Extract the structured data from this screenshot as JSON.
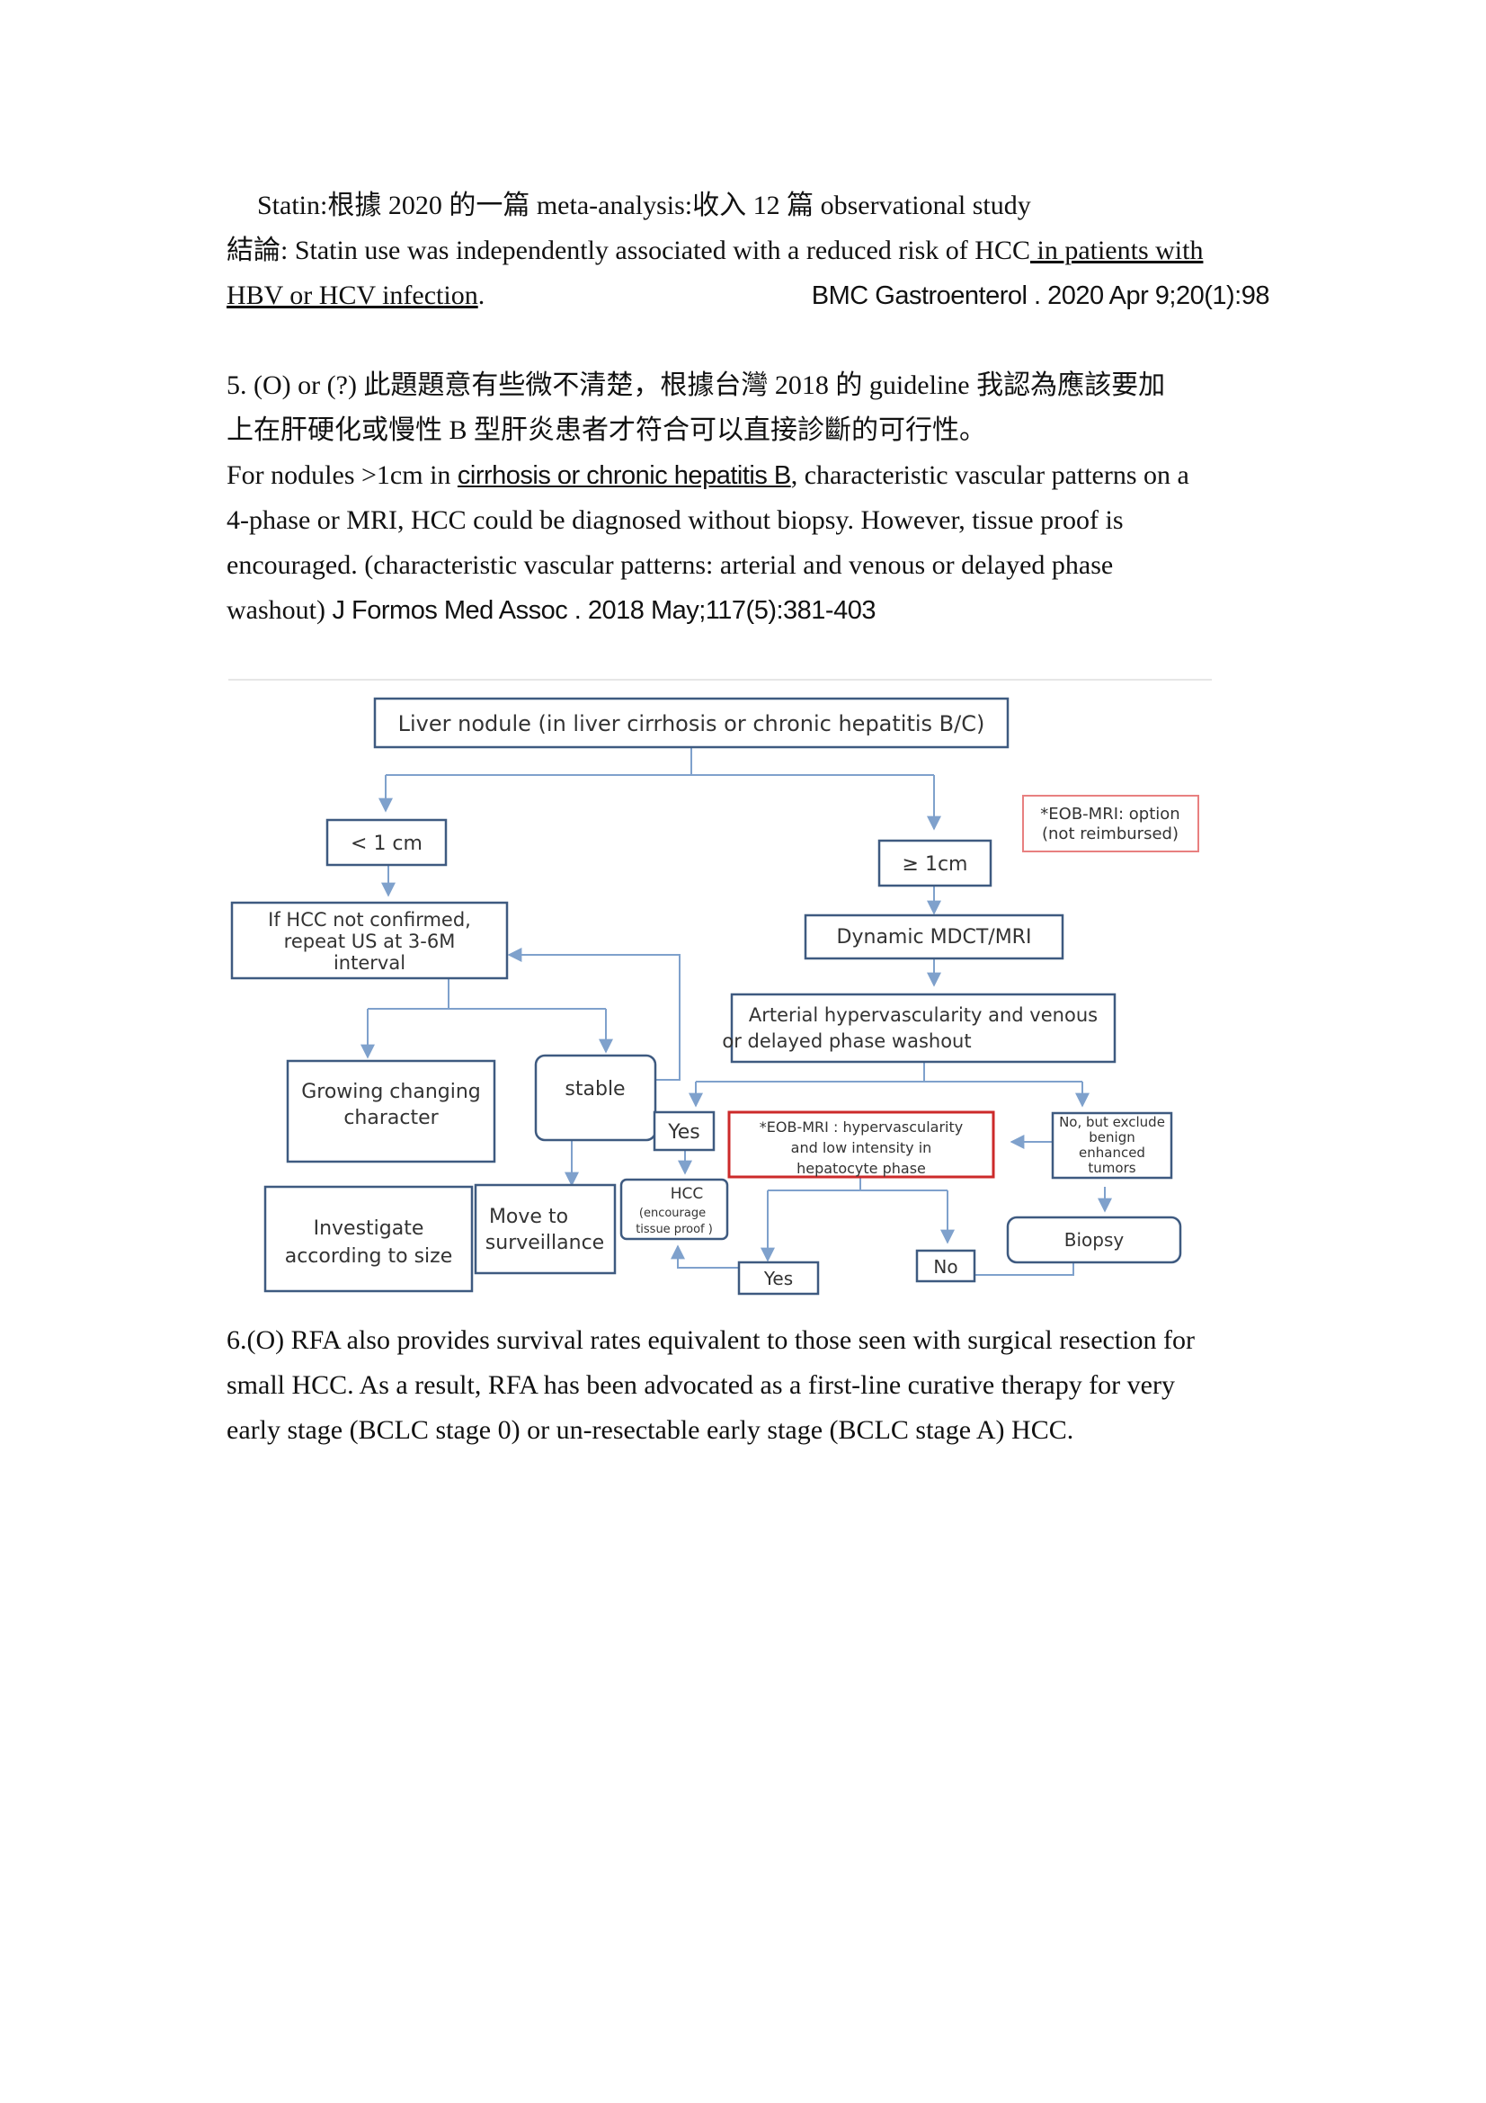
{
  "para1": {
    "line1": "Statin:根據 2020 的一篇 meta-analysis:收入 12 篇 observational study",
    "line2_prefix": "結論: Statin use was independently associated with a reduced risk of HCC",
    "line2_underlined": " in patients with",
    "line3_underlined": "HBV or HCV infection",
    "line3_suffix": ".",
    "citation": "BMC Gastroenterol . 2020 Apr 9;20(1):98"
  },
  "para2": {
    "line1": "5. (O) or (?)  此題題意有些微不清楚，根據台灣 2018 的 guideline 我認為應該要加",
    "line2": "上在肝硬化或慢性 B 型肝炎患者才符合可以直接診斷的可行性。",
    "line3_prefix": "For nodules >1cm in ",
    "line3_underlined": "cirrhosis or chronic hepatitis B",
    "line3_suffix": ", characteristic vascular patterns on a",
    "line4": "4-phase or MRI, HCC could be diagnosed without biopsy. However, tissue proof is",
    "line5": "encouraged. (characteristic vascular patterns: arterial and venous or delayed phase",
    "line6_prefix": "washout) ",
    "citation": "J Formos Med Assoc . 2018 May;117(5):381-403"
  },
  "flowchart": {
    "top": "Liver nodule (in liver cirrhosis or chronic hepatitis B/C)",
    "eob_option_l1": "*EOB-MRI: option",
    "eob_option_l2": "(not reimbursed)",
    "lt1cm": "< 1 cm",
    "ge1cm": "≥ 1cm",
    "repeat_l1": "If HCC not confirmed,",
    "repeat_l2": "repeat US at 3-6M",
    "repeat_l3": "interval",
    "dynamic": "Dynamic MDCT/MRI",
    "arterial_l1": "Arterial  hypervascularity and  venous",
    "arterial_l2": "or delayed phase washout",
    "growing_l1": "Growing changing",
    "growing_l2": "character",
    "stable": "stable",
    "yes_top": "Yes",
    "eob_red_l1": "*EOB-MRI : hypervascularity",
    "eob_red_l2": "and low intensity  in",
    "eob_red_l3": "hepatocyte phase",
    "no_exclude_l1": "No,  but exclude",
    "no_exclude_l2": "benign",
    "no_exclude_l3": "enhanced",
    "no_exclude_l4": "tumors",
    "hcc": "HCC",
    "hcc_note_l1": "(encourage",
    "hcc_note_l2": "tissue proof )",
    "investigate_l1": "Investigate",
    "investigate_l2": "according to size",
    "move_l1": "Move to",
    "move_l2": "surveillance",
    "biopsy": "Biopsy",
    "yes_bottom": "Yes",
    "no_bottom": "No"
  },
  "para3": {
    "line1": "6.(O) RFA also provides survival rates equivalent to those seen with surgical resection for",
    "line2": "small HCC. As a result, RFA has been advocated as a first-line curative therapy for very",
    "line3": "early stage (BCLC stage 0) or un-resectable early stage (BCLC stage A) HCC."
  },
  "colors": {
    "box_border": "#3e5a80",
    "arrow": "#7fa1cc",
    "red_border": "#cc2a2a",
    "light_red_border": "#e88080"
  }
}
